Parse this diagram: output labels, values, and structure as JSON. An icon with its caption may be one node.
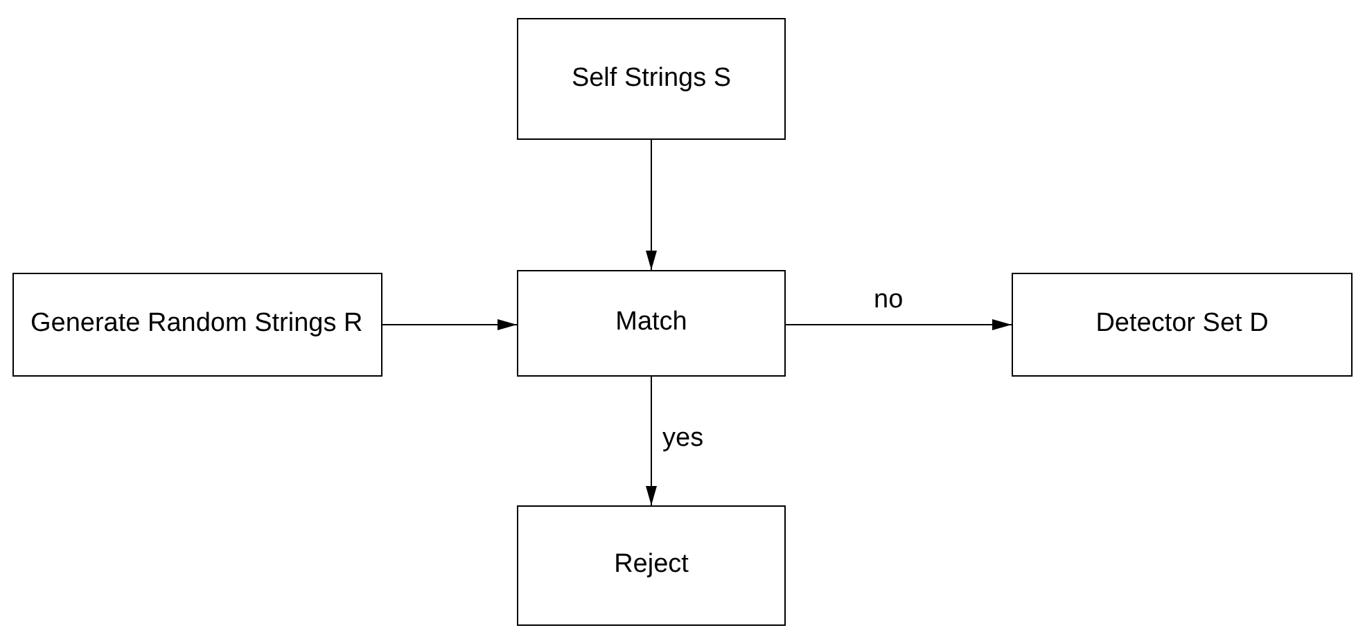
{
  "diagram": {
    "nodes": [
      {
        "text": [
          "Self Strings S"
        ]
      },
      {
        "text": [
          "Generate Random Strings R"
        ]
      },
      {
        "text": [
          "Match"
        ]
      },
      {
        "text": [
          "Detector Set D"
        ]
      },
      {
        "text": [
          "Reject"
        ]
      }
    ],
    "edges": [
      {
        "from": 0,
        "to": 2,
        "arrow": "to"
      },
      {
        "from": 1,
        "to": 2,
        "arrow": "to"
      },
      {
        "from": 2,
        "to": 3,
        "arrow": "to",
        "label": "no"
      },
      {
        "from": 2,
        "to": 4,
        "arrow": "to",
        "label": "yes"
      }
    ]
  }
}
